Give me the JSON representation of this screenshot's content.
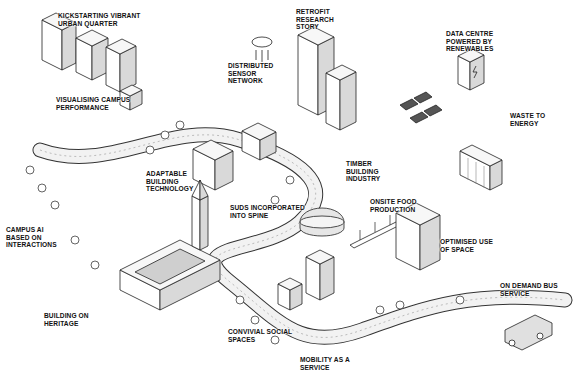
{
  "diagram": {
    "labels": [
      "KICKSTARTING VIBRANT URBAN QUARTER",
      "DISTRIBUTED SENSOR NETWORK",
      "RETROFIT RESEARCH STORY",
      "DATA CENTRE POWERED BY RENEWABLES",
      "WASTE TO ENERGY",
      "VISUALISING CAMPUS PERFORMANCE",
      "TIMBER BUILDING INDUSTRY",
      "ONSITE FOOD PRODUCTION",
      "ADAPTABLE BUILDING TECHNOLOGY",
      "SUDS INCORPORATED INTO SPINE",
      "CAMPUS AI BASED ON INTERACTIONS",
      "OPTIMISED USE OF SPACE",
      "BUILDING ON HERITAGE",
      "CONVIVIAL SOCIAL SPACES",
      "ON DEMAND BUS SERVICE",
      "MOBILITY AS A SERVICE"
    ]
  }
}
